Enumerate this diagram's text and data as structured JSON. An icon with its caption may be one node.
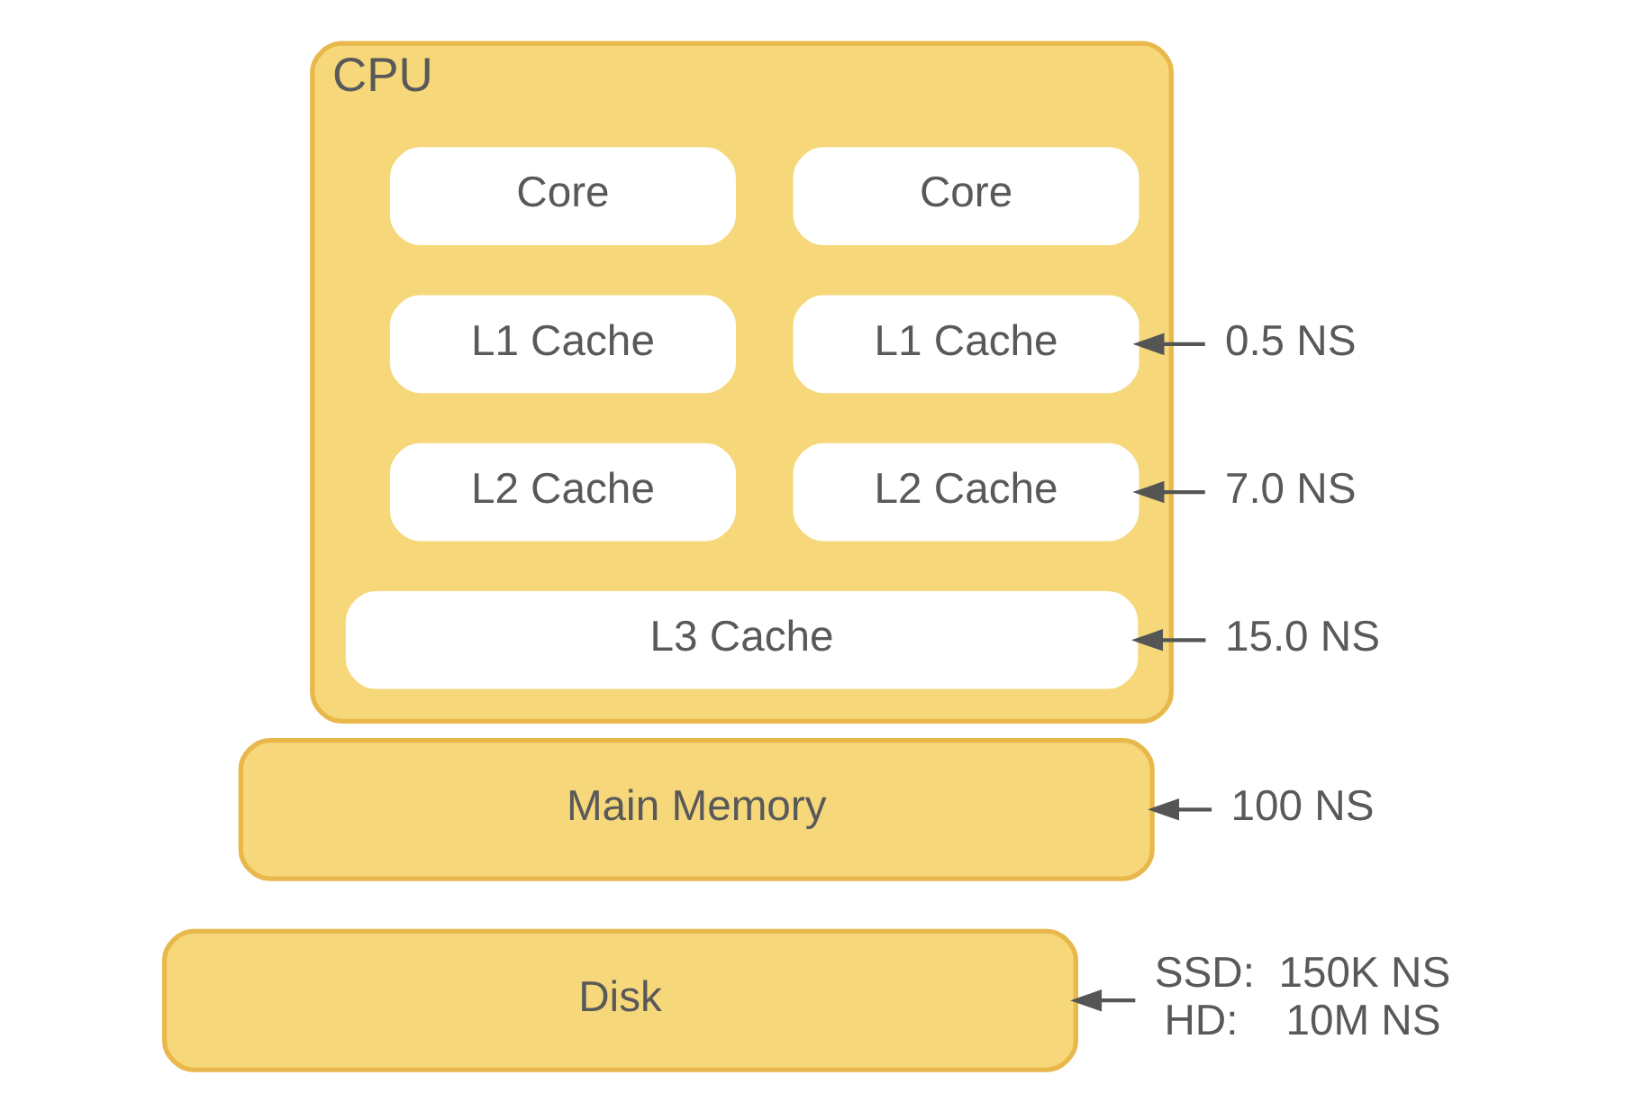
{
  "diagram": {
    "nodes": [
      {
        "text": [
          "CPU"
        ]
      },
      {
        "text": [
          "Core"
        ],
        "in": 0
      },
      {
        "text": [
          "Core"
        ],
        "in": 0
      },
      {
        "text": [
          "L1 Cache"
        ],
        "in": 0
      },
      {
        "text": [
          "L1 Cache"
        ],
        "in": 0
      },
      {
        "text": [
          "L2 Cache"
        ],
        "in": 0
      },
      {
        "text": [
          "L2 Cache"
        ],
        "in": 0
      },
      {
        "text": [
          "L3 Cache"
        ],
        "in": 0
      },
      {
        "text": [
          "Main Memory"
        ]
      },
      {
        "text": [
          "Disk"
        ]
      },
      {
        "text": [
          "0.5 NS"
        ]
      },
      {
        "text": [
          "7.0 NS"
        ]
      },
      {
        "text": [
          "15.0 NS"
        ]
      },
      {
        "text": [
          "100 NS"
        ]
      },
      {
        "text": [
          "SSD:  150K NS",
          "HD:    10M NS"
        ]
      }
    ],
    "edges": [
      {
        "from": 10,
        "to": 4,
        "arrow": "to"
      },
      {
        "from": 11,
        "to": 6,
        "arrow": "to"
      },
      {
        "from": 12,
        "to": 7,
        "arrow": "to"
      },
      {
        "from": 13,
        "to": 8,
        "arrow": "to"
      },
      {
        "from": 14,
        "to": 9,
        "arrow": "to"
      }
    ]
  }
}
